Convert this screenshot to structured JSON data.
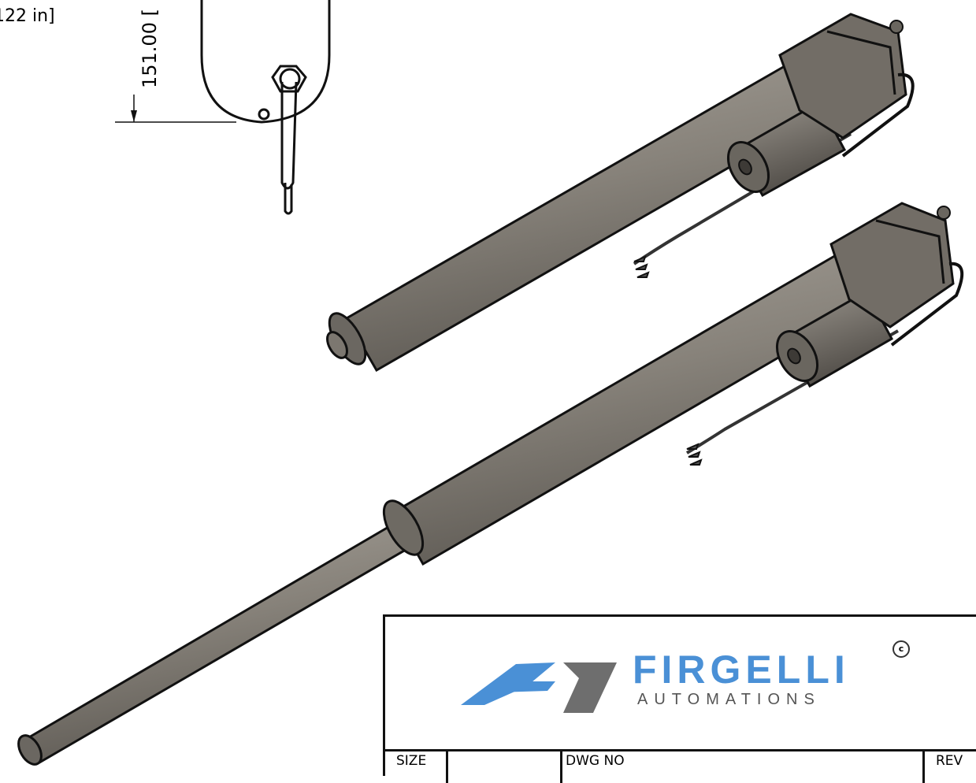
{
  "dimensions": {
    "partial_label": "122 in]",
    "vertical_label": "151.00 ["
  },
  "title_block": {
    "logo_name": "FIRGELLI",
    "logo_subtitle": "AUTOMATIONS",
    "copyright_symbol": "c",
    "size_label": "SIZE",
    "dwg_no_label": "DWG NO",
    "rev_label": "REV"
  },
  "colors": {
    "logo_blue": "#4a90d6",
    "logo_gray": "#6e6e6e",
    "actuator_body": "#8a857e",
    "actuator_shadow": "#5e5a55"
  }
}
